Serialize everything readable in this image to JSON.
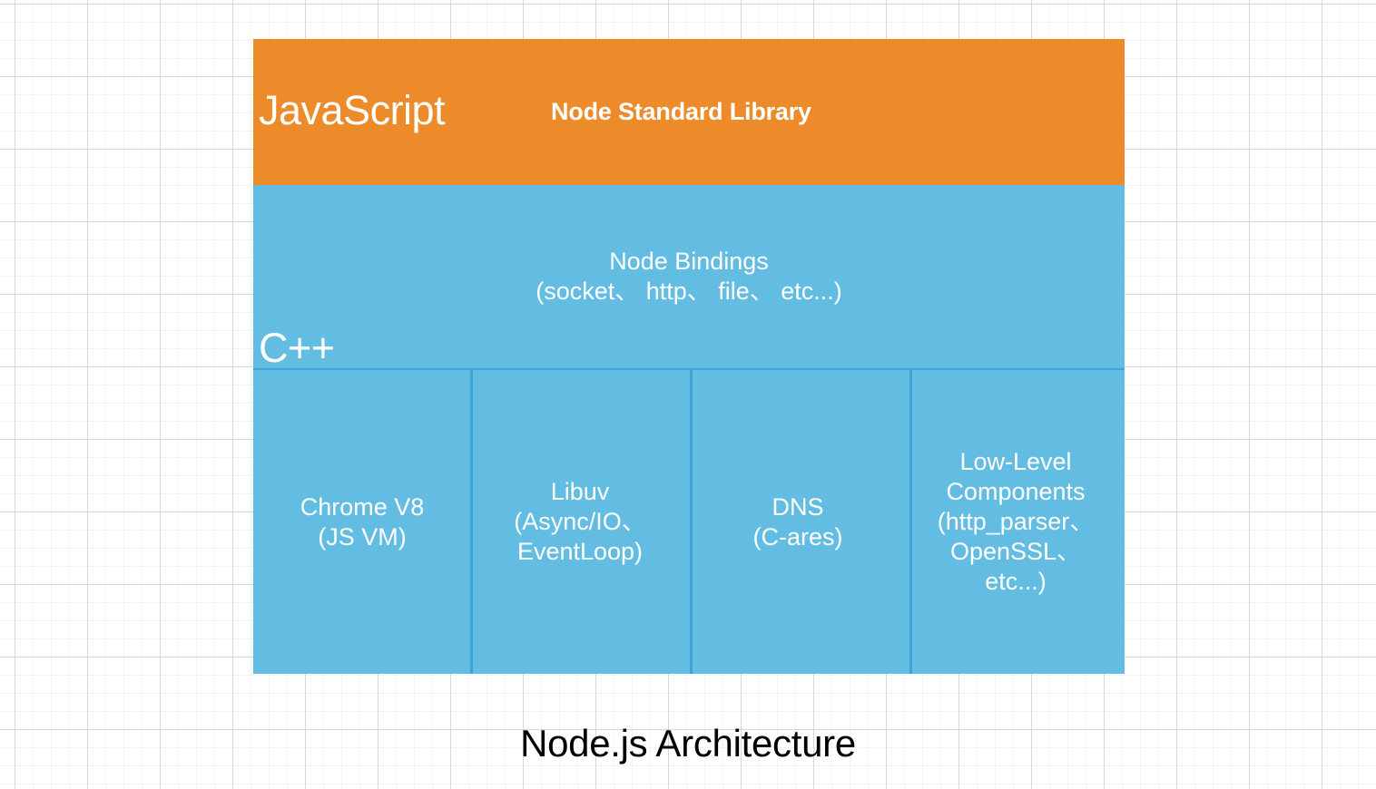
{
  "diagram": {
    "caption": "Node.js Architecture",
    "colors": {
      "javascript_layer": "#ED8B2A",
      "cpp_layer": "#63BCE1",
      "divider": "#3DA3DA",
      "layer_text": "#FFFFFF",
      "caption_text": "#000000",
      "grid_major": "#D7D7D7",
      "grid_minor": "#F3F3F3"
    },
    "layers": [
      {
        "id": "javascript",
        "side_label": "JavaScript",
        "blocks": [
          {
            "id": "node-standard-library",
            "label": "Node Standard Library"
          }
        ]
      },
      {
        "id": "cpp",
        "side_label": "C++",
        "blocks": [
          {
            "id": "node-bindings",
            "label": "Node Bindings\n(socket、 http、 file、 etc...)"
          }
        ],
        "components": [
          {
            "id": "chrome-v8",
            "label": "Chrome V8\n(JS VM)"
          },
          {
            "id": "libuv",
            "label": "Libuv\n(Async/IO、\nEventLoop)"
          },
          {
            "id": "dns",
            "label": "DNS\n(C-ares)"
          },
          {
            "id": "low-level-components",
            "label": "Low-Level\nComponents\n(http_parser、\nOpenSSL、\netc...)"
          }
        ]
      }
    ]
  }
}
